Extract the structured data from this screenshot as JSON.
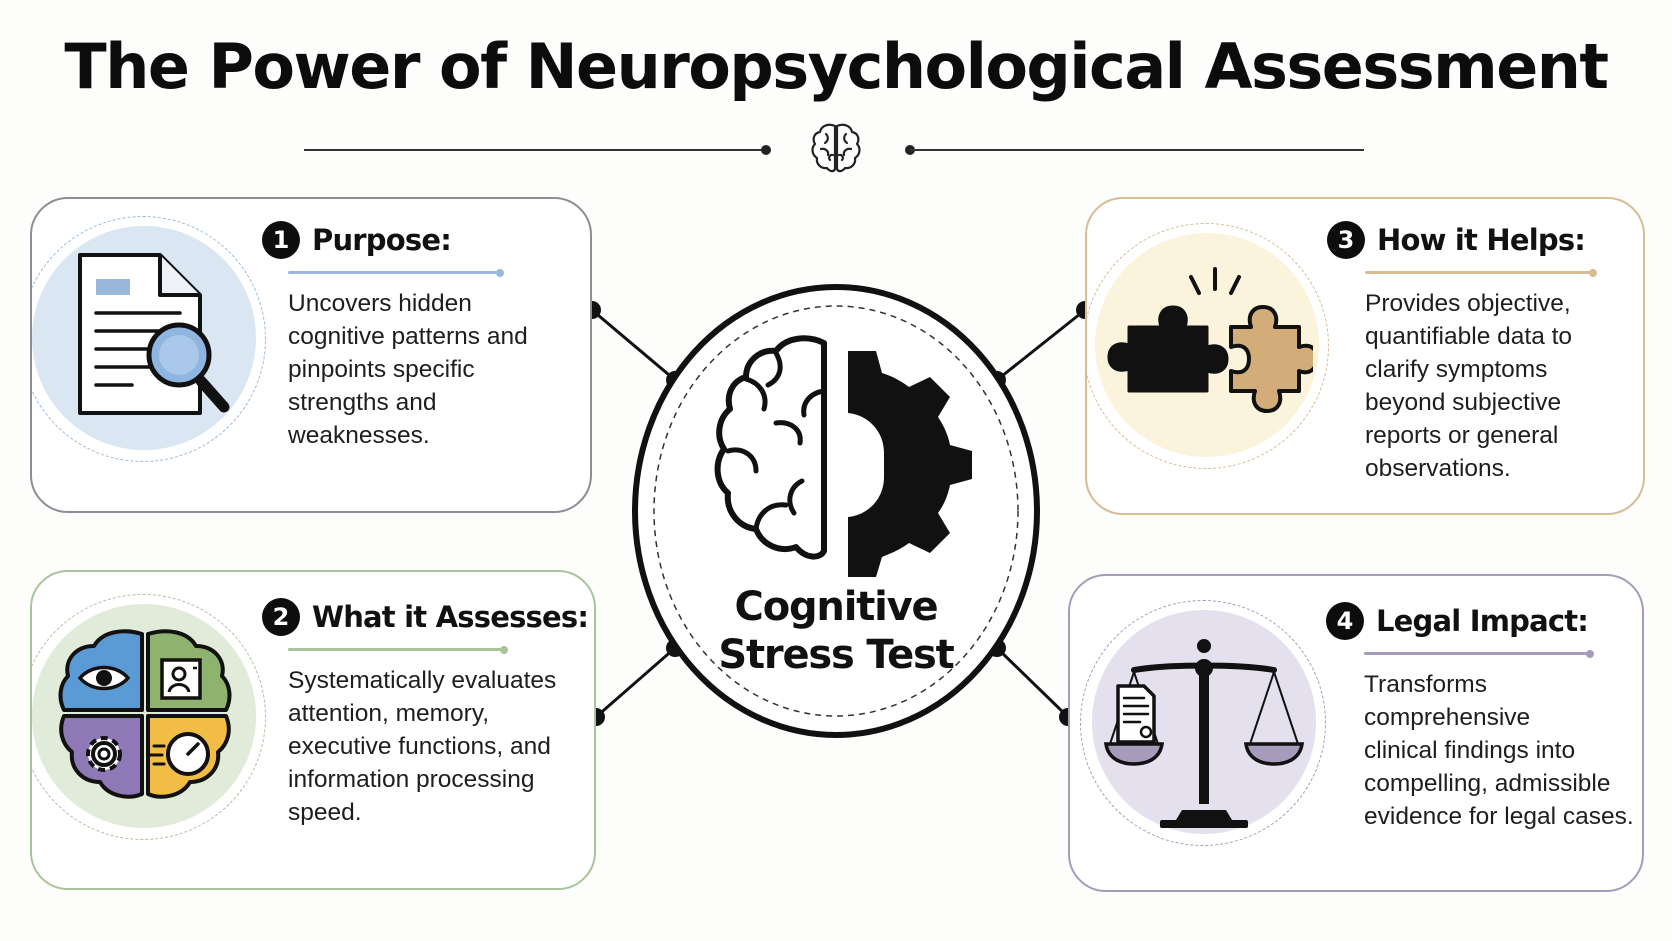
{
  "title": "The Power of Neuropsychological Assessment",
  "center": {
    "line1": "Cognitive",
    "line2": "Stress Test",
    "icon": "brain-gear-icon"
  },
  "colors": {
    "purpose": "#9bb8da",
    "assesses": "#a9c39a",
    "helps": "#d7bc94",
    "legal": "#a79bbb"
  },
  "cards": [
    {
      "number": "1",
      "heading": "Purpose:",
      "body": "Uncovers hidden\ncognitive patterns and\npinpoints specific\nstrengths and\nweaknesses.",
      "icon": "document-magnifier-icon"
    },
    {
      "number": "2",
      "heading": "What it Assesses:",
      "body": "Systematically evaluates\nattention, memory,\nexecutive functions, and\ninformation processing\nspeed.",
      "icon": "brain-quadrants-icon"
    },
    {
      "number": "3",
      "heading": "How it Helps:",
      "body": "Provides objective,\nquantifiable data to\nclarify symptoms\nbeyond subjective\nreports or general\nobservations.",
      "icon": "puzzle-pieces-icon"
    },
    {
      "number": "4",
      "heading": "Legal Impact:",
      "body": "Transforms comprehensive\nclinical findings into\ncompelling, admissible\nevidence for legal cases.",
      "icon": "scales-of-justice-icon"
    }
  ]
}
